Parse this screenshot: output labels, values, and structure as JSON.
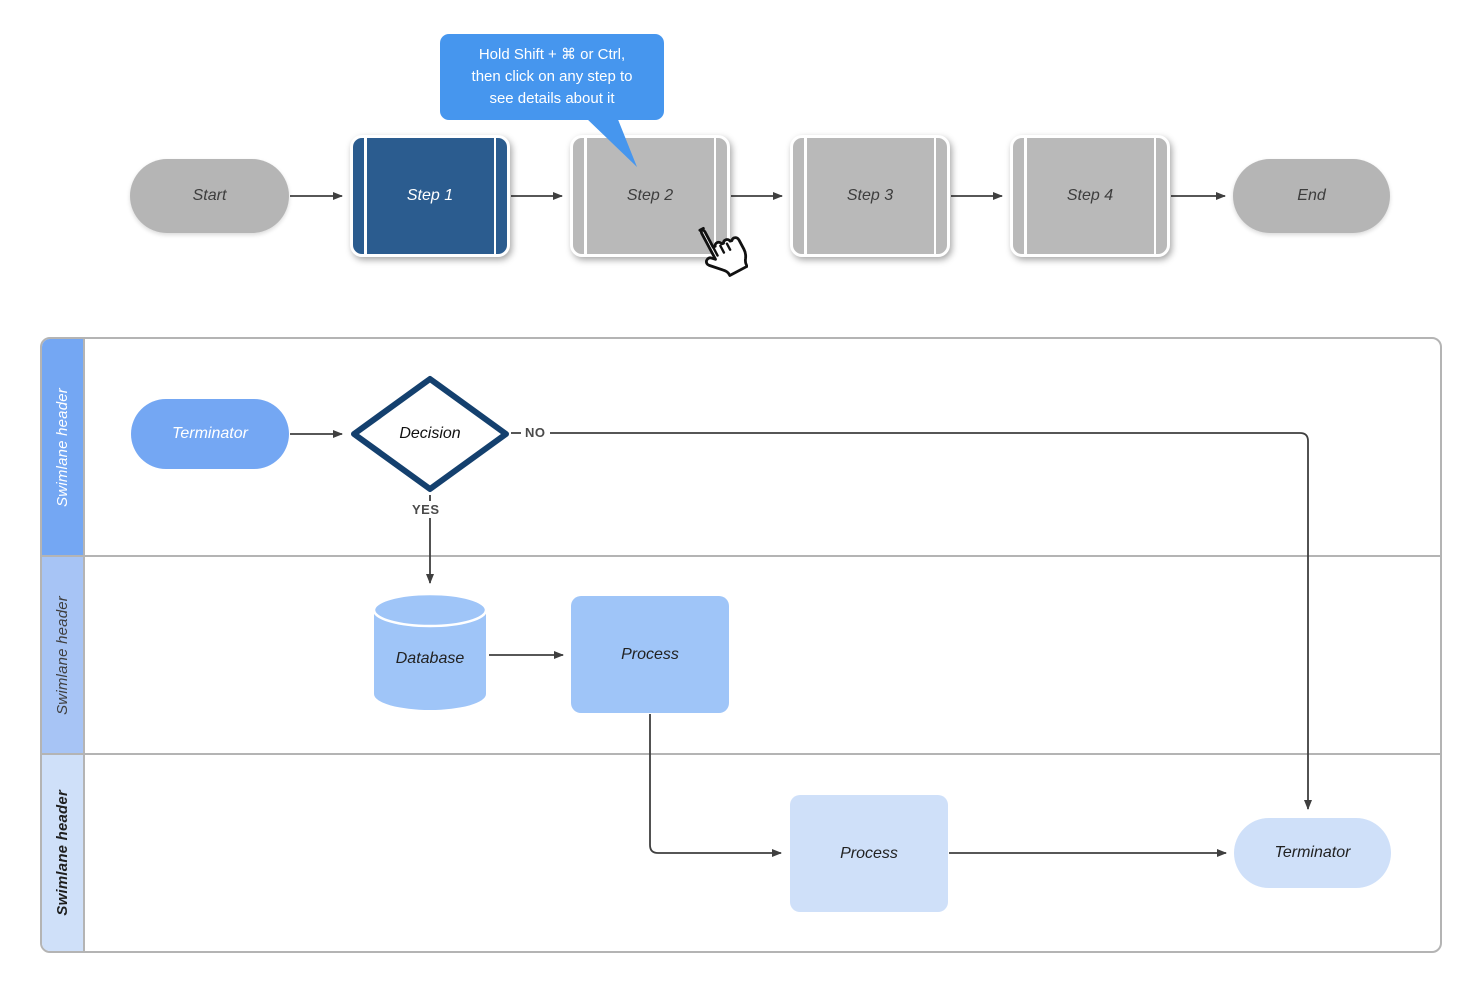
{
  "tooltip": {
    "text": "Hold Shift + ⌘ or Ctrl,\nthen click on any step to\nsee details about it"
  },
  "top_flow": {
    "start": "Start",
    "steps": [
      "Step 1",
      "Step 2",
      "Step 3",
      "Step 4"
    ],
    "end": "End"
  },
  "swimlane": {
    "lanes": [
      {
        "header": "Swimlane header"
      },
      {
        "header": "Swimlane header"
      },
      {
        "header": "Swimlane header"
      }
    ]
  },
  "lane1": {
    "terminator": "Terminator",
    "decision": "Decision",
    "no_label": "NO",
    "yes_label": "YES"
  },
  "lane2": {
    "database": "Database",
    "process": "Process"
  },
  "lane3": {
    "process": "Process",
    "terminator": "Terminator"
  },
  "colors": {
    "tooltip_blue": "#4696ee",
    "step_active": "#2b5c8f",
    "step_gray": "#b9b9b9",
    "terminator_gray": "#b5b5b5",
    "lane1_blue": "#74a7f3",
    "lane2_blue": "#a7c4f5",
    "lane3_blue": "#cfe0f9",
    "lane2_shape_blue": "#9fc5f8",
    "lane3_shape_blue": "#cfe0f9",
    "decision_border": "#14406e",
    "connector": "#3f3f3f"
  }
}
